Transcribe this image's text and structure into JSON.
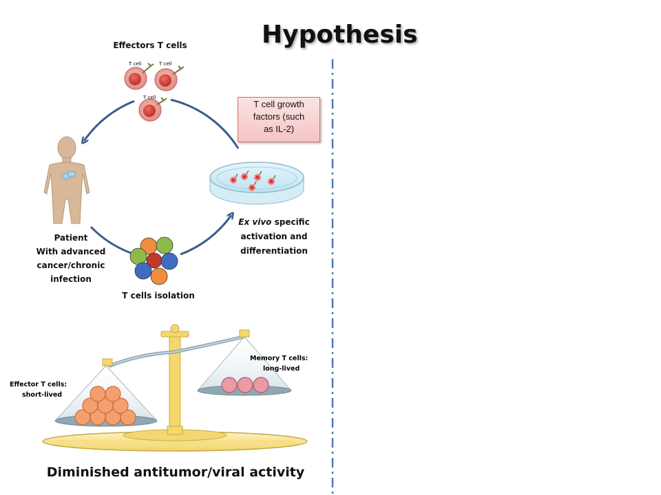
{
  "title": "Hypothesis",
  "cycle": {
    "effectors_label": "Effectors T cells",
    "cell_tag": "T cell",
    "patient_label": [
      "Patient",
      "With advanced",
      "cancer/chronic",
      "infection"
    ],
    "isolation_label": "T cells isolation",
    "exvivo_label": {
      "italic": "Ex vivo",
      "rest_line1": " specific",
      "line2": "activation and",
      "line3": "differentiation"
    },
    "growth_factors": [
      "T cell growth",
      "factors (such",
      "as IL-2)"
    ]
  },
  "scale": {
    "effector_label": [
      "Effector  T cells:",
      "short-lived"
    ],
    "memory_label": [
      "Memory T cells:",
      "long-lived"
    ]
  },
  "conclusion": "Diminished antitumor/viral activity",
  "colors": {
    "arrow": "#3b5a8c",
    "divider": "#4a78c0",
    "t_cell": "#e36b6b",
    "effector_cell": "#f3a06e",
    "memory_cell": "#e89aa5",
    "balance_post": "#f5d86b",
    "callout_bg": "#f6c4c4"
  }
}
